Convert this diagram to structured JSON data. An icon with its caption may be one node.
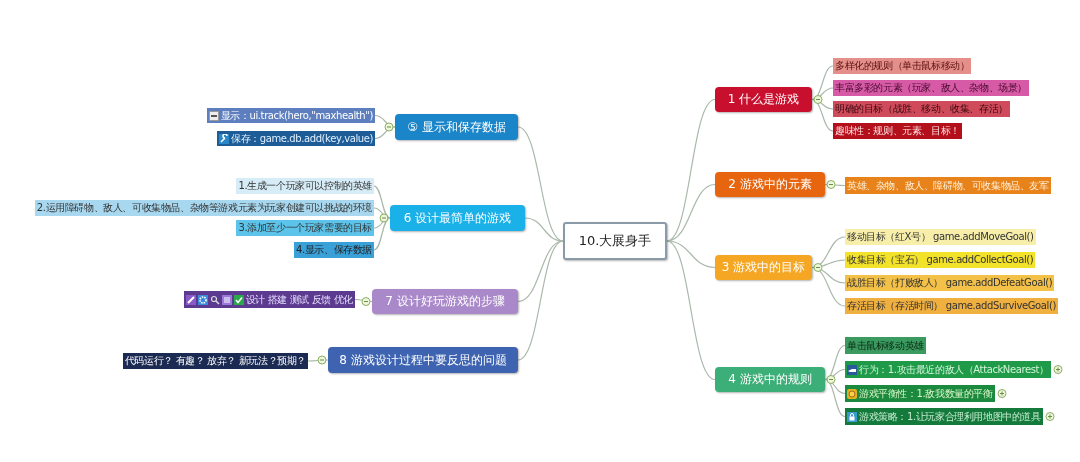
{
  "diagram": {
    "nodes": [
      {
        "text": [
          "10.大展身手"
        ]
      },
      {
        "text": [
          "1 什么是游戏"
        ]
      },
      {
        "text": [
          "多样化的规则（单击鼠标移动）"
        ]
      },
      {
        "text": [
          "丰富多彩的元素（玩家、敌人、杂物、场景）"
        ]
      },
      {
        "text": [
          "明确的目标（战胜、移动、收集、存活）"
        ]
      },
      {
        "text": [
          "趣味性：规则、元素、目标！"
        ]
      },
      {
        "text": [
          "2 游戏中的元素"
        ]
      },
      {
        "text": [
          "英雄、杂物、敌人、障碍物、可收集物品、友军"
        ]
      },
      {
        "text": [
          "3 游戏中的目标"
        ]
      },
      {
        "text": [
          "移动目标（红X号） game.addMoveGoal()"
        ]
      },
      {
        "text": [
          "收集目标（宝石） game.addCollectGoal()"
        ]
      },
      {
        "text": [
          "战胜目标（打败敌人） game.addDefeatGoal()"
        ]
      },
      {
        "text": [
          "存活目标（存活时间） game.addSurviveGoal()"
        ]
      },
      {
        "text": [
          "4 游戏中的规则"
        ]
      },
      {
        "text": [
          "单击鼠标移动英雄"
        ]
      },
      {
        "text": [
          "行为：1.攻击最近的敌人（AttackNearest）"
        ]
      },
      {
        "text": [
          "游戏平衡性：1.敌我数量的平衡"
        ]
      },
      {
        "text": [
          "游戏策略：1.让玩家合理利用地图中的道具"
        ]
      },
      {
        "text": [
          "⑤ 显示和保存数据"
        ]
      },
      {
        "text": [
          "显示：ui.track(hero,\"maxhealth\")"
        ]
      },
      {
        "text": [
          "保存：game.db.add(key,value)"
        ]
      },
      {
        "text": [
          "6 设计最简单的游戏"
        ]
      },
      {
        "text": [
          "1.生成一个玩家可以控制的英雄"
        ]
      },
      {
        "text": [
          "2.运用障碍物、敌人、可收集物品、杂物等游戏元素为玩家创建可以挑战的环境"
        ]
      },
      {
        "text": [
          "3.添加至少一个玩家需要的目标"
        ]
      },
      {
        "text": [
          "4.显示、保存数据"
        ]
      },
      {
        "text": [
          "7 设计好玩游戏的步骤"
        ]
      },
      {
        "text": [
          "设计 搭建 测试 反馈 优化"
        ]
      },
      {
        "text": [
          "8 游戏设计过程中要反思的问题"
        ]
      },
      {
        "text": [
          "代码运行？ 有趣？ 放弃？ 新玩法？预期？"
        ]
      }
    ],
    "edges": [
      {
        "from": 0,
        "to": 1,
        "arrow": "none"
      },
      {
        "from": 1,
        "to": 2,
        "arrow": "none"
      },
      {
        "from": 1,
        "to": 3,
        "arrow": "none"
      },
      {
        "from": 1,
        "to": 4,
        "arrow": "none"
      },
      {
        "from": 1,
        "to": 5,
        "arrow": "none"
      },
      {
        "from": 0,
        "to": 6,
        "arrow": "none"
      },
      {
        "from": 6,
        "to": 7,
        "arrow": "none"
      },
      {
        "from": 0,
        "to": 8,
        "arrow": "none"
      },
      {
        "from": 8,
        "to": 9,
        "arrow": "none"
      },
      {
        "from": 8,
        "to": 10,
        "arrow": "none"
      },
      {
        "from": 8,
        "to": 11,
        "arrow": "none"
      },
      {
        "from": 8,
        "to": 12,
        "arrow": "none"
      },
      {
        "from": 0,
        "to": 13,
        "arrow": "none"
      },
      {
        "from": 13,
        "to": 14,
        "arrow": "none"
      },
      {
        "from": 13,
        "to": 15,
        "arrow": "none"
      },
      {
        "from": 13,
        "to": 16,
        "arrow": "none"
      },
      {
        "from": 13,
        "to": 17,
        "arrow": "none"
      },
      {
        "from": 0,
        "to": 18,
        "arrow": "none"
      },
      {
        "from": 18,
        "to": 19,
        "arrow": "none"
      },
      {
        "from": 18,
        "to": 20,
        "arrow": "none"
      },
      {
        "from": 0,
        "to": 21,
        "arrow": "none"
      },
      {
        "from": 21,
        "to": 22,
        "arrow": "none"
      },
      {
        "from": 21,
        "to": 23,
        "arrow": "none"
      },
      {
        "from": 21,
        "to": 24,
        "arrow": "none"
      },
      {
        "from": 21,
        "to": 25,
        "arrow": "none"
      },
      {
        "from": 0,
        "to": 26,
        "arrow": "none"
      },
      {
        "from": 26,
        "to": 27,
        "arrow": "none"
      },
      {
        "from": 0,
        "to": 28,
        "arrow": "none"
      },
      {
        "from": 28,
        "to": 29,
        "arrow": "none"
      }
    ]
  }
}
